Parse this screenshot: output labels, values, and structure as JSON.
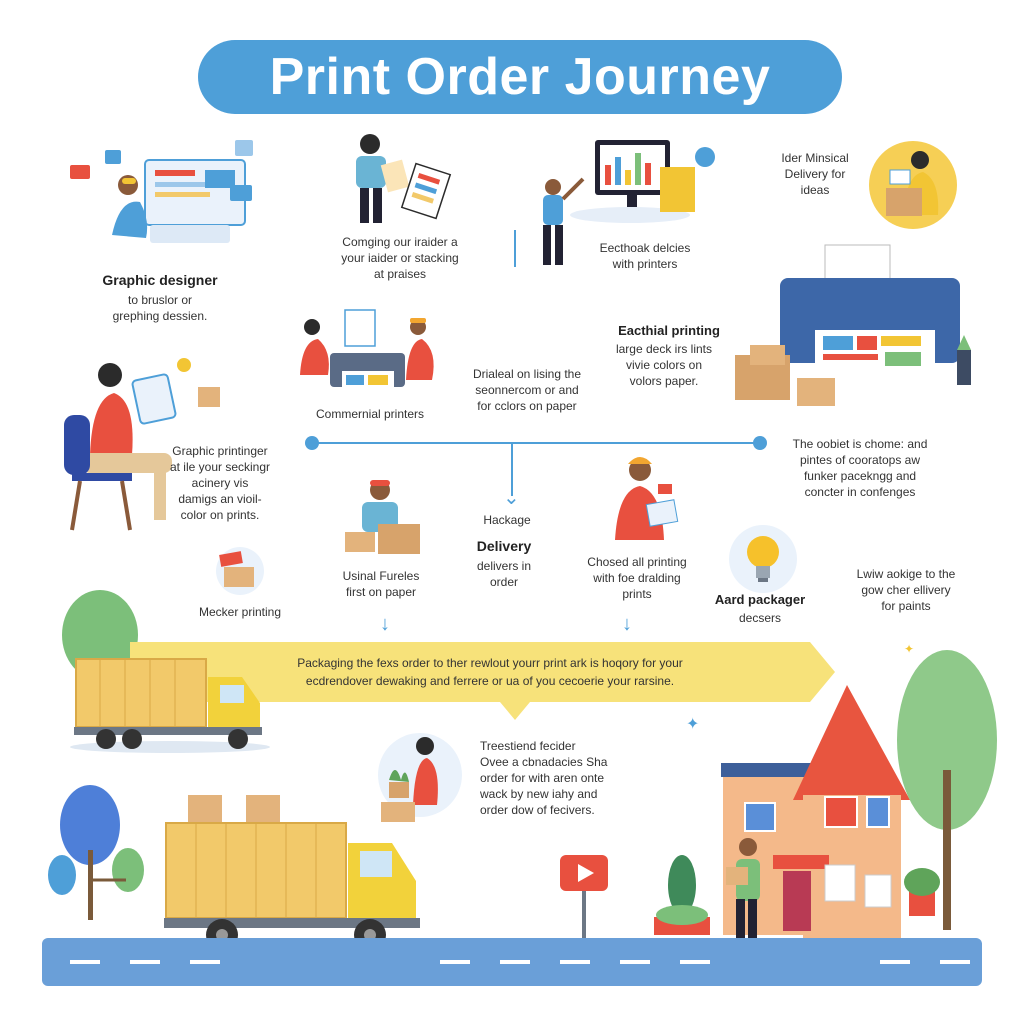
{
  "title": "Print Order Journey",
  "blocks": {
    "top_left": {
      "heading": "Graphic designer",
      "text": "to bruslor or\ngrephing dessien."
    },
    "top_center": {
      "text": "Comging our iraider a\nyour iaider or stacking\nat praises"
    },
    "top_right_mid": {
      "text": "Eecthoak delcies\nwith printers"
    },
    "top_right": {
      "text": "Ider Minsical\nDelivery for\nideas"
    },
    "commercial": {
      "text": "Commernial printers"
    },
    "middle_center": {
      "text": "Drialeal on lising the\nseonnercom or and\nfor cclors on paper"
    },
    "printing_right": {
      "heading": "Eacthial printing",
      "text": "large deck irs lints\nvivie colors on\nvolors paper."
    },
    "left_mid": {
      "text": "Graphic printinger\nat ile your seckingr\nacinery vis\ndamigs an vioil-\ncolor on prints."
    },
    "right_mid": {
      "text": "The oobiet is chome: and\npintes of cooratops aw\nfunker pacekngg and\nconcter in confenges"
    },
    "package": {
      "label": "Hackage"
    },
    "delivery": {
      "heading": "Delivery",
      "text": "delivers in\norder"
    },
    "usual": {
      "text": "Usinal Fureles\nfirst on paper"
    },
    "chosed": {
      "text": "Chosed all printing\nwith foe dralding\nprints"
    },
    "packager": {
      "heading": "Aard packager",
      "text": "decsers"
    },
    "package_right": {
      "text": "Lwiw aokige to the\ngow cher ellivery\nfor paints"
    },
    "mecker": {
      "text": "Mecker printing"
    },
    "banner": {
      "text": "Packaging the fexs order to ther rewlout yourr print ark is hoqory for your\necdrendover dewaking and ferrere or ua of you cecoerie your rarsine."
    },
    "lower_center": {
      "heading": "Treestiend fecider",
      "text": "Ovee a cbnadacies Sha\norder for with aren onte\nwack by new iahy and\norder dow of fecivers."
    }
  },
  "colors": {
    "accent": "#4e9fd8",
    "banner": "#f7e27a",
    "truck_body": "#f2c96a",
    "truck_cab": "#f2d23b",
    "house_wall": "#f4b98a",
    "roof": "#e8553f",
    "shirt_red": "#e8503f",
    "tree_green": "#7cbf7a"
  },
  "icons": [
    "designer-illustration",
    "printer-icon",
    "monitor-chart-icon",
    "truck-icon",
    "house-icon",
    "lightbulb-icon",
    "box-icon",
    "play-button-icon",
    "tree-icon"
  ]
}
